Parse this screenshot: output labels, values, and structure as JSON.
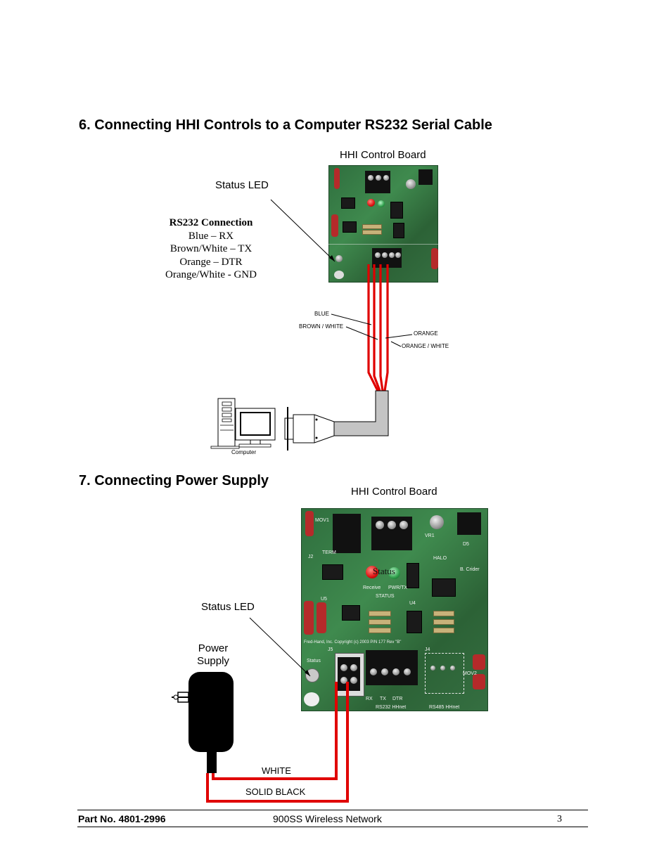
{
  "section6": {
    "heading": "6.  Connecting HHI Controls to a Computer RS232 Serial Cable",
    "board_label": "HHI Control Board",
    "status_led_label": "Status LED",
    "rs232": {
      "title": "RS232 Connection",
      "lines": [
        "Blue – RX",
        "Brown/White – TX",
        "Orange – DTR",
        "Orange/White - GND"
      ]
    },
    "wire_labels": {
      "blue": "BLUE",
      "brown_white": "BROWN / WHITE",
      "orange": "ORANGE",
      "orange_white": "ORANGE / WHITE"
    },
    "computer_label": "Computer"
  },
  "section7": {
    "heading": "7.  Connecting Power Supply",
    "board_label": "HHI Control Board",
    "status_led_label": "Status LED",
    "power_supply_label": [
      "Power",
      "Supply"
    ],
    "wire_labels": {
      "white": "WHITE",
      "solid_black": "SOLID BLACK"
    },
    "board_silkscreen": {
      "status": "STATUS",
      "receive": "Receive",
      "pwr_tx": "PWR/TX",
      "rs232": "RS232 HHnet",
      "rs485": "RS485 HHnet",
      "halo": "HALO",
      "crider": "B. Crider",
      "copyright": "Fred-Hand, Inc. Copyright (c) 2003   P/N 177 Rev \"B\"",
      "j2": "J2",
      "j4": "J4",
      "j5": "J5",
      "u4": "U4",
      "u5": "U5",
      "vr1": "VR1",
      "d5": "D5",
      "mov1": "MOV1",
      "mov2": "MOV2",
      "term": "TERM",
      "rx": "RX",
      "tx": "TX",
      "dtr": "DTR",
      "status_small": "Status"
    },
    "overlay_text": "Status"
  },
  "footer": {
    "part_no": "Part No. 4801-2996",
    "title": "900SS Wireless Network",
    "page": "3"
  }
}
